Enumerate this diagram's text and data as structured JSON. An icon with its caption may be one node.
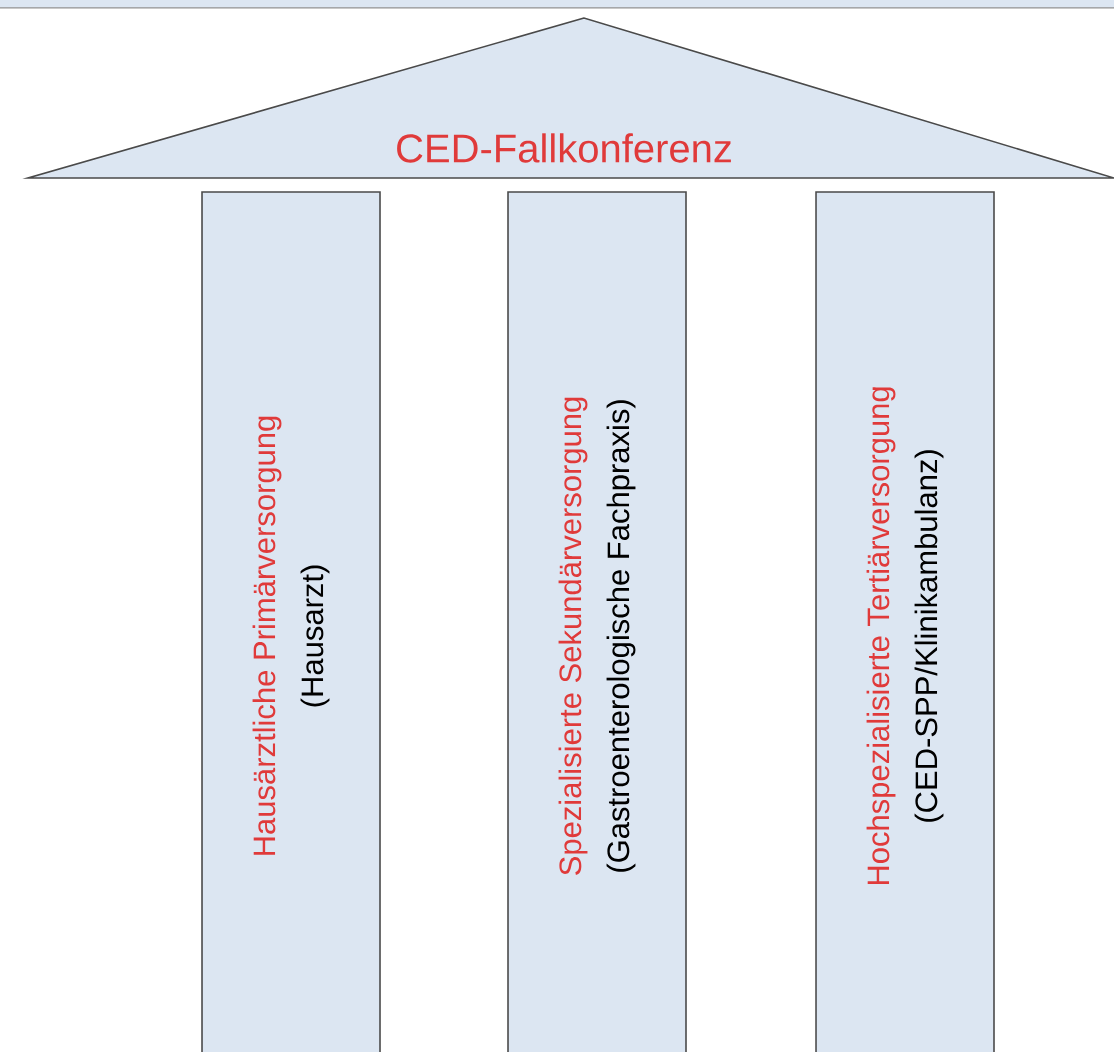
{
  "diagram": {
    "nodes": [
      {
        "text": [
          "CED-Fallkonferenz"
        ]
      },
      {
        "text": [
          "Hausärztliche Primärversorgung",
          "(Hausarzt)"
        ]
      },
      {
        "text": [
          "Spezialisierte Sekundärversorgung",
          "(Gastroenterologische Fachpraxis)"
        ]
      },
      {
        "text": [
          "Hochspezialisierte Tertiärversorgung",
          "(CED-SPP/Klinikambulanz)"
        ]
      }
    ]
  }
}
